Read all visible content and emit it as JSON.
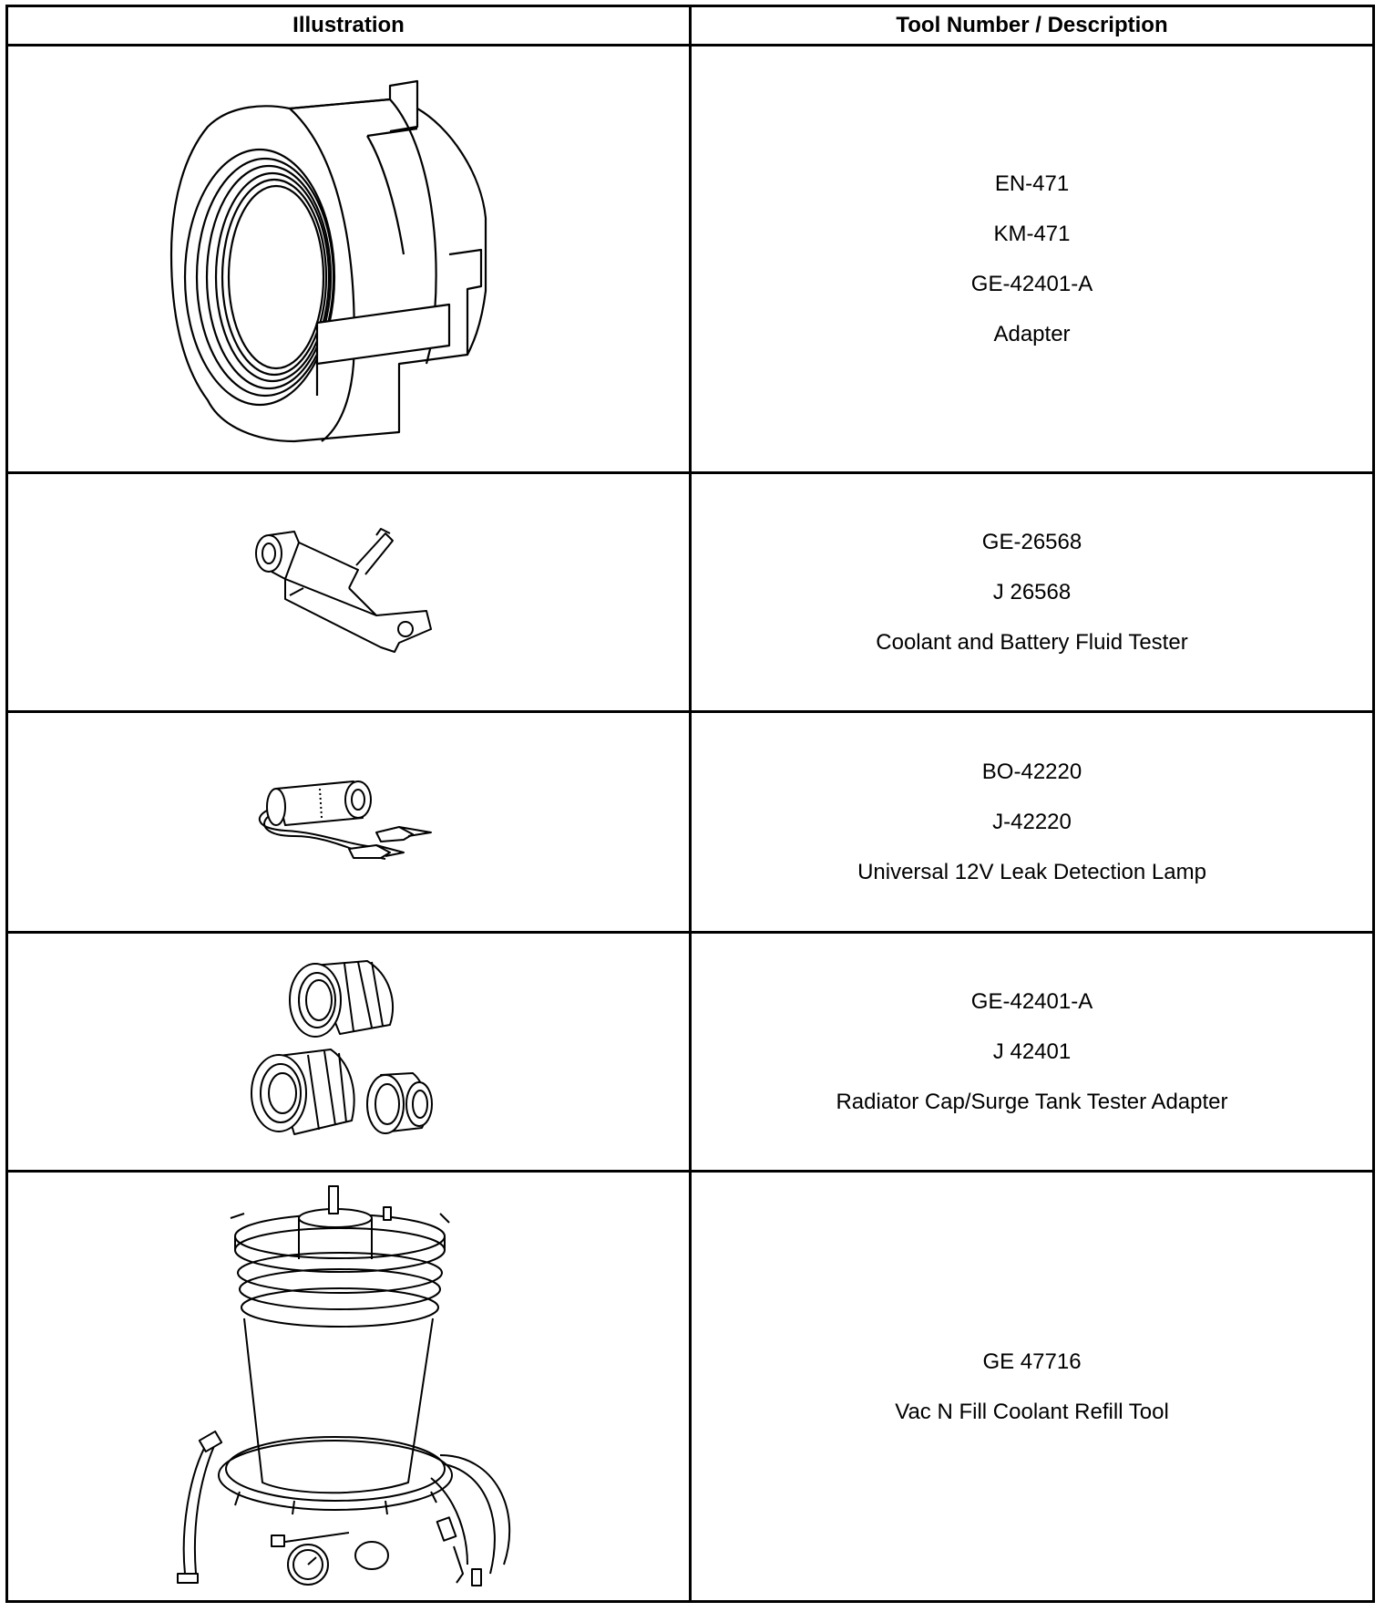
{
  "header": {
    "illustration": "Illustration",
    "description": "Tool Number / Description"
  },
  "rows": [
    {
      "icon": "adapter-illustration",
      "lines": [
        "EN-471",
        "KM-471",
        "GE-42401-A",
        "Adapter"
      ]
    },
    {
      "icon": "fluid-tester-illustration",
      "lines": [
        "GE-26568",
        "J 26568",
        "Coolant and Battery Fluid Tester"
      ]
    },
    {
      "icon": "leak-lamp-illustration",
      "lines": [
        "BO-42220",
        "J-42220",
        "Universal 12V Leak Detection Lamp"
      ]
    },
    {
      "icon": "cap-adapters-illustration",
      "lines": [
        "GE-42401-A",
        "J 42401",
        "Radiator Cap/Surge Tank Tester Adapter"
      ]
    },
    {
      "icon": "vac-fill-tool-illustration",
      "lines": [
        "GE 47716",
        "Vac N Fill Coolant Refill Tool"
      ]
    }
  ]
}
